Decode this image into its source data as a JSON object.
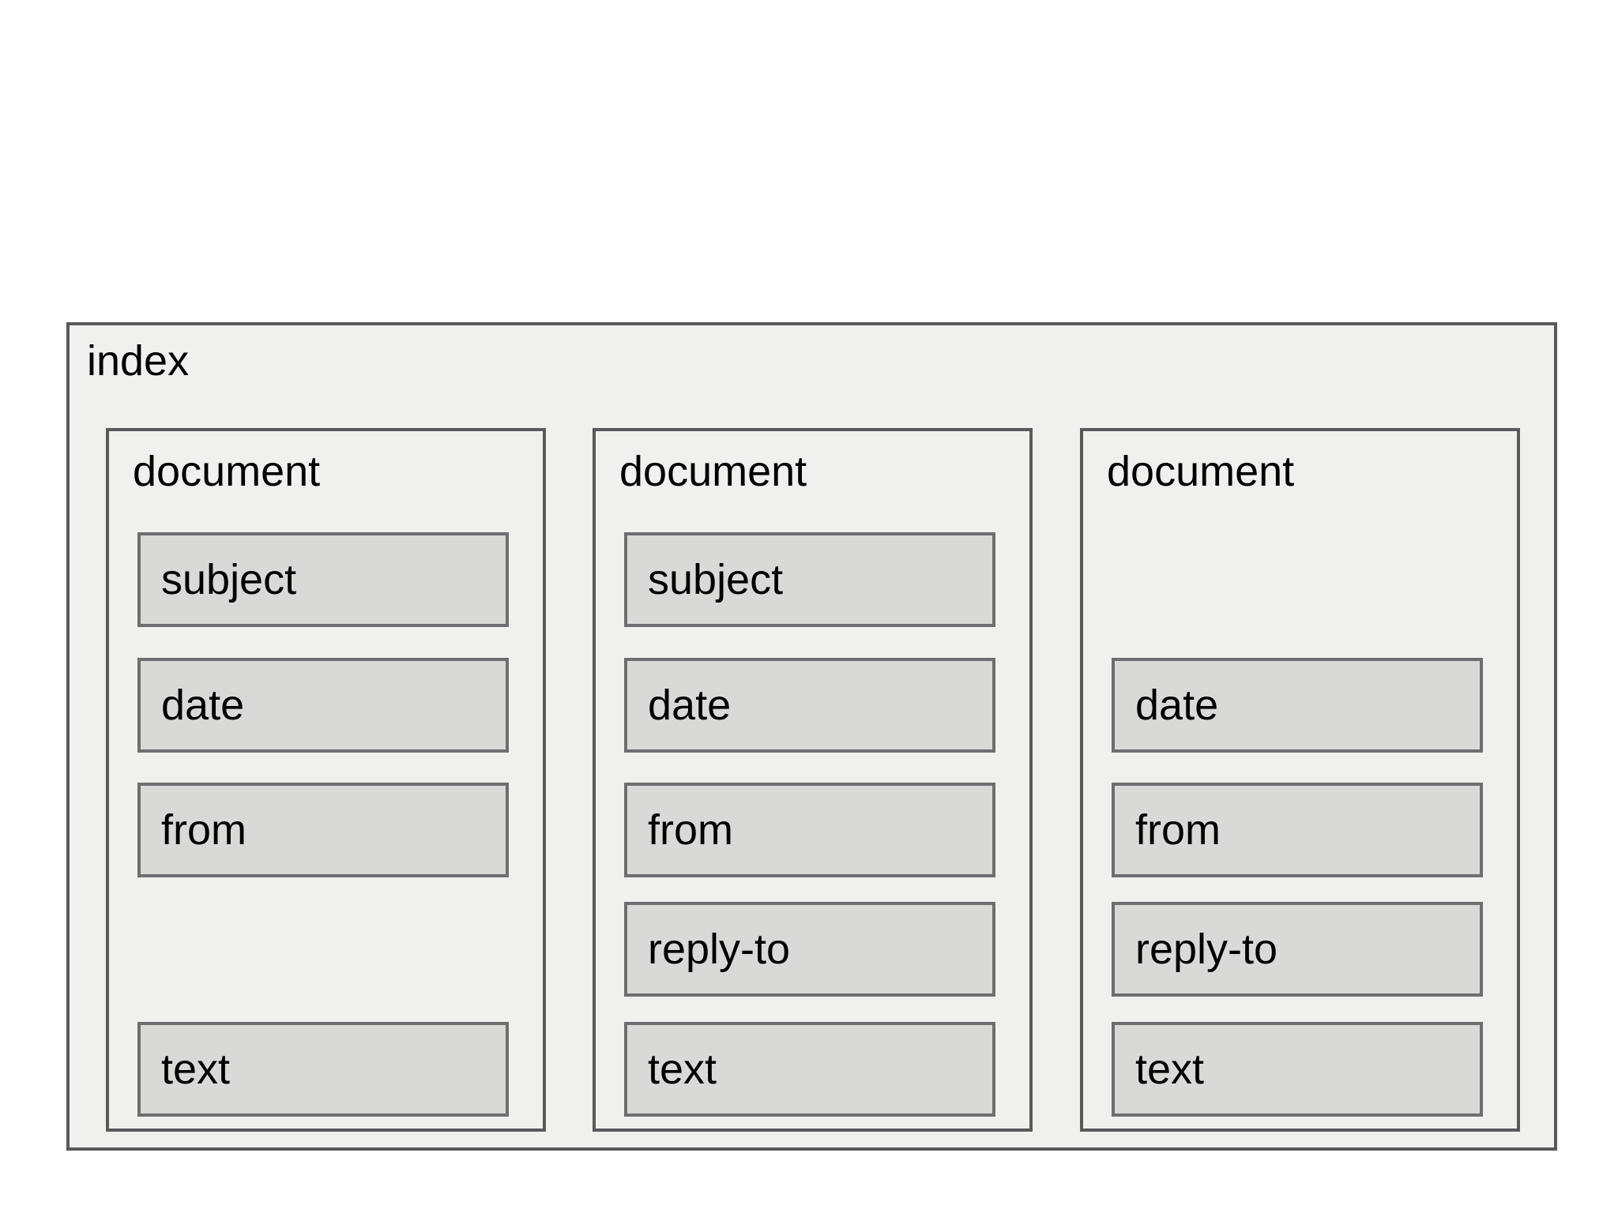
{
  "diagram": {
    "index_label": "index",
    "colors": {
      "background": "#ffffff",
      "container_fill": "#f0f0ef",
      "container_border": "#59595b",
      "field_fill": "#d9d9d8",
      "field_border": "#6e6e70",
      "text": "#000000"
    },
    "documents": [
      {
        "label": "document",
        "fields": [
          {
            "label": "subject"
          },
          {
            "label": "date"
          },
          {
            "label": "from"
          },
          {
            "label": "text"
          }
        ]
      },
      {
        "label": "document",
        "fields": [
          {
            "label": "subject"
          },
          {
            "label": "date"
          },
          {
            "label": "from"
          },
          {
            "label": "reply-to"
          },
          {
            "label": "text"
          }
        ]
      },
      {
        "label": "document",
        "fields": [
          {
            "label": "date"
          },
          {
            "label": "from"
          },
          {
            "label": "reply-to"
          },
          {
            "label": "text"
          }
        ]
      }
    ]
  }
}
